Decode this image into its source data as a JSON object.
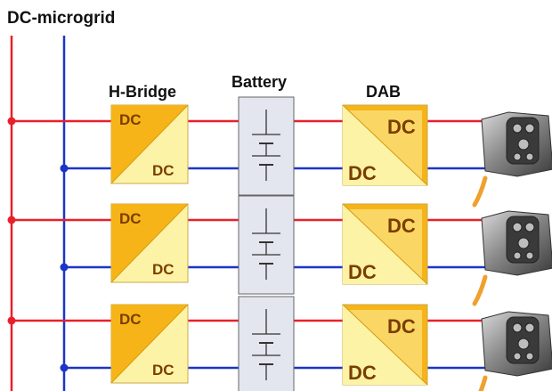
{
  "title": "DC-microgrid",
  "column_headers": {
    "hbridge": "H-Bridge",
    "battery": "Battery",
    "dab": "DAB"
  },
  "stages": [
    {
      "hbridge": {
        "top": "DC",
        "bottom": "DC"
      },
      "dab": {
        "top": "DC",
        "bottom": "DC"
      }
    },
    {
      "hbridge": {
        "top": "DC",
        "bottom": "DC"
      },
      "dab": {
        "top": "DC",
        "bottom": "DC"
      }
    },
    {
      "hbridge": {
        "top": "DC",
        "bottom": "DC"
      },
      "dab": {
        "top": "DC",
        "bottom": "DC"
      }
    }
  ],
  "colors": {
    "positive_bus": "#e8202a",
    "negative_bus": "#1b35c8",
    "converter_dark": "#f7b418",
    "converter_light": "#fdf3a6",
    "battery_fill": "#e3e6ee",
    "charger_cable": "#f0a030"
  },
  "icons": {
    "battery": "battery-symbol-icon",
    "charger": "ev-charging-connector-icon"
  }
}
